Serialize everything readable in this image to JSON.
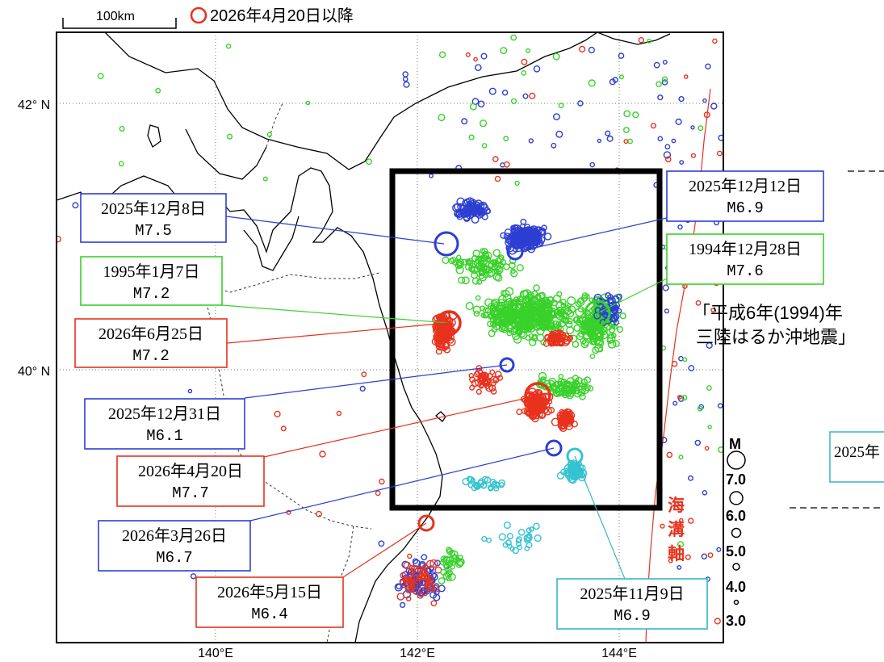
{
  "scale_bar": {
    "label": "100km"
  },
  "legend_top": {
    "label": "2026年4月20日以降",
    "color": "#e8321e"
  },
  "axes": {
    "lat_labels": [
      "42° N",
      "40° N"
    ],
    "lon_labels": [
      "140°E",
      "142°E",
      "144°E"
    ]
  },
  "magnitude_legend": {
    "title": "M",
    "values": [
      "7.0",
      "6.0",
      "5.0",
      "4.0",
      "3.0"
    ]
  },
  "trench": {
    "label_chars": [
      "海",
      "溝",
      "軸"
    ],
    "color": "#e8321e"
  },
  "event_callout": {
    "line1": "「平成6年(1994)年",
    "line2": "三陸はるか沖地震」"
  },
  "offscreen_label": {
    "text": "2025年",
    "color": "#36b6c6"
  },
  "colors": {
    "red": "#e8321e",
    "blue": "#2d3fd2",
    "green": "#39d12b",
    "cyan": "#35c3d0",
    "box": "#000000",
    "grid": "#777777",
    "coast": "#000000"
  },
  "labels": [
    {
      "date": "2025年12月8日",
      "mag": "M7.5",
      "color": "#2d3fd2"
    },
    {
      "date": "1995年1月7日",
      "mag": "M7.2",
      "color": "#39d12b"
    },
    {
      "date": "2026年6月25日",
      "mag": "M7.2",
      "color": "#e8321e"
    },
    {
      "date": "2025年12月31日",
      "mag": "M6.1",
      "color": "#2d3fd2"
    },
    {
      "date": "2026年4月20日",
      "mag": "M7.7",
      "color": "#e8321e"
    },
    {
      "date": "2026年3月26日",
      "mag": "M6.7",
      "color": "#2d3fd2"
    },
    {
      "date": "2026年5月15日",
      "mag": "M6.4",
      "color": "#e8321e"
    },
    {
      "date": "2025年12月12日",
      "mag": "M6.9",
      "color": "#2d3fd2"
    },
    {
      "date": "1994年12月28日",
      "mag": "M7.6",
      "color": "#39d12b"
    },
    {
      "date": "2025年11月9日",
      "mag": "M6.9",
      "color": "#36b6c6"
    }
  ]
}
